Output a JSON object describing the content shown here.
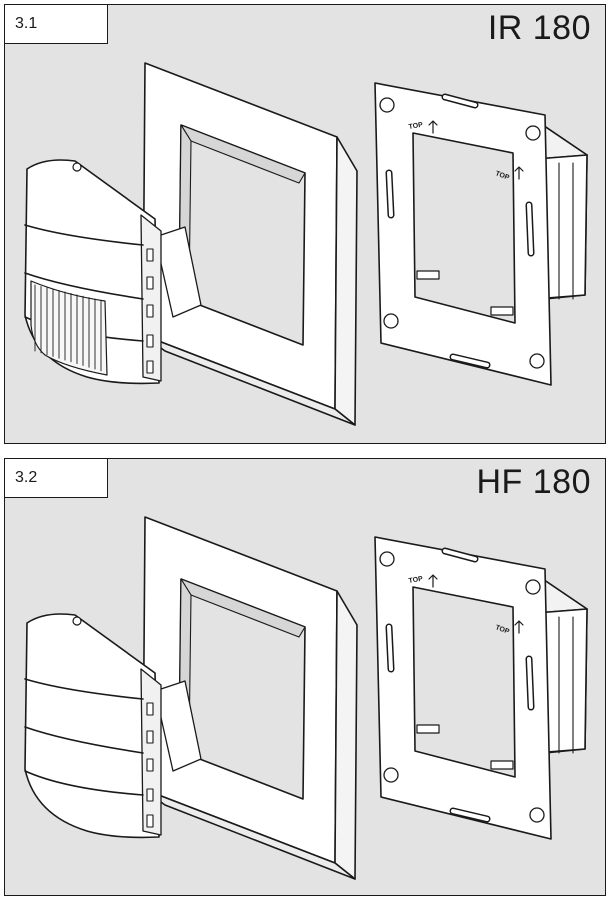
{
  "figures": [
    {
      "number": "3.1",
      "model": "IR 180",
      "sensor_window": true
    },
    {
      "number": "3.2",
      "model": "HF 180",
      "sensor_window": false
    }
  ],
  "labels": {
    "top_marker": "TOP"
  }
}
